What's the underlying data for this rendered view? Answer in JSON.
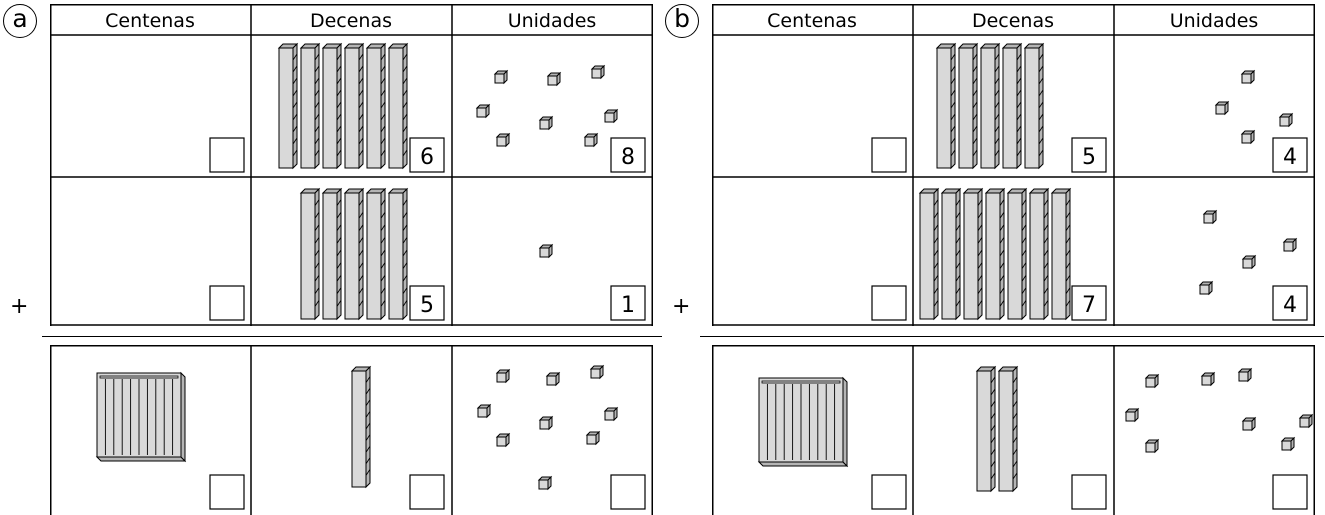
{
  "headers": [
    "Centenas",
    "Decenas",
    "Unidades"
  ],
  "exercises": [
    {
      "label": "a",
      "operator": "+",
      "rows": [
        {
          "centenas": {
            "rods": 0,
            "answer": ""
          },
          "decenas": {
            "rods": 6,
            "answer": "6"
          },
          "unidades": {
            "cubes": 8,
            "answer": "8"
          }
        },
        {
          "centenas": {
            "rods": 0,
            "answer": ""
          },
          "decenas": {
            "rods": 5,
            "answer": "5"
          },
          "unidades": {
            "cubes": 1,
            "answer": "1"
          }
        }
      ],
      "result": {
        "centenas": {
          "flats": 1,
          "answer": ""
        },
        "decenas": {
          "rods": 1,
          "answer": ""
        },
        "unidades": {
          "cubes": 9,
          "answer": ""
        }
      }
    },
    {
      "label": "b",
      "operator": "+",
      "rows": [
        {
          "centenas": {
            "rods": 0,
            "answer": ""
          },
          "decenas": {
            "rods": 5,
            "answer": "5"
          },
          "unidades": {
            "cubes": 4,
            "answer": "4"
          }
        },
        {
          "centenas": {
            "rods": 0,
            "answer": ""
          },
          "decenas": {
            "rods": 7,
            "answer": "7"
          },
          "unidades": {
            "cubes": 4,
            "answer": "4"
          }
        }
      ],
      "result": {
        "centenas": {
          "flats": 1,
          "answer": ""
        },
        "decenas": {
          "rods": 2,
          "answer": ""
        },
        "unidades": {
          "cubes": 8,
          "answer": ""
        }
      }
    }
  ],
  "colors": {
    "block_fill": "#d9d9d9",
    "block_shade": "#b5b5b5",
    "line": "#000000"
  }
}
